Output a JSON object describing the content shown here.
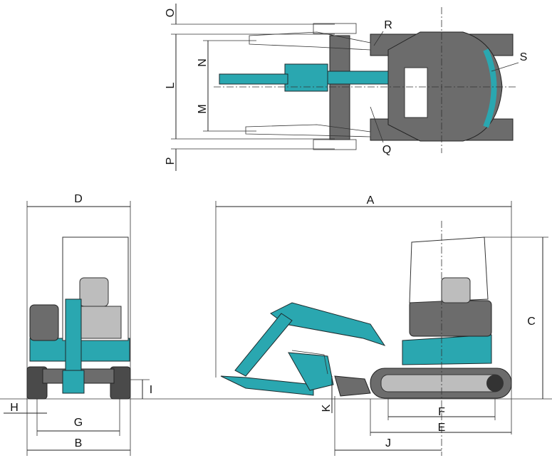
{
  "dimension_labels": {
    "A": "A",
    "B": "B",
    "C": "C",
    "D": "D",
    "E": "E",
    "F": "F",
    "G": "G",
    "H": "H",
    "I": "I",
    "J": "J",
    "K": "K",
    "L": "L",
    "M": "M",
    "N": "N",
    "O": "O",
    "P": "P",
    "Q": "Q",
    "R": "R",
    "S": "S"
  },
  "colors": {
    "body_teal": "#2aa7b0",
    "track_grey": "#6c6c6c",
    "outline": "#222222"
  }
}
